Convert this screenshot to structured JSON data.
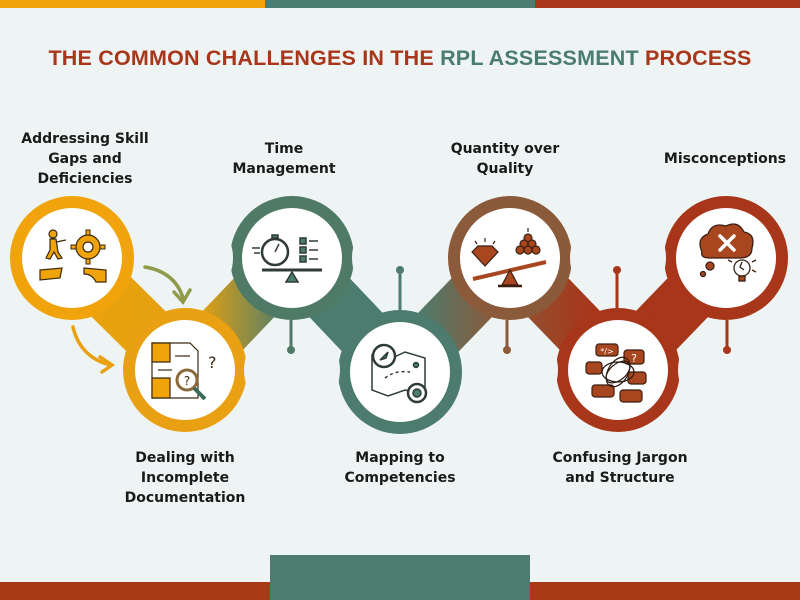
{
  "title": {
    "part1": "THE COMMON CHALLENGES IN THE ",
    "part2": "RPL ASSESSMENT",
    "part3": " PROCESS"
  },
  "colors": {
    "orange": "#f0a30a",
    "teal": "#4a7c6f",
    "rust": "#a8361a",
    "background": "#eef3f3"
  },
  "steps": [
    {
      "label": "Addressing Skill Gaps and Deficiencies",
      "icon": "person-gear-bridge-icon",
      "color": "#f0a30a"
    },
    {
      "label": "Dealing with Incomplete Documentation",
      "icon": "puzzle-document-magnifier-icon",
      "color": "#e9a012"
    },
    {
      "label": "Time Management",
      "icon": "stopwatch-checklist-scale-icon",
      "color": "#4a7c6f"
    },
    {
      "label": "Mapping to Competencies",
      "icon": "compass-map-icon",
      "color": "#4d7c6e"
    },
    {
      "label": "Quantity over Quality",
      "icon": "diamond-gold-seesaw-icon",
      "color": "#8a5a3a"
    },
    {
      "label": "Confusing Jargon and Structure",
      "icon": "tangled-speech-bubbles-icon",
      "color": "#a8361a"
    },
    {
      "label": "Misconceptions",
      "icon": "cloud-x-broken-bulb-icon",
      "color": "#a8361a"
    }
  ],
  "labels": {
    "s1": [
      "Addressing Skill",
      "Gaps and",
      "Deficiencies"
    ],
    "s2": [
      "Dealing with",
      "Incomplete",
      "Documentation"
    ],
    "s3": [
      "Time",
      "Management"
    ],
    "s4": [
      "Mapping to",
      "Competencies"
    ],
    "s5": [
      "Quantity over",
      "Quality"
    ],
    "s6": [
      "Confusing Jargon",
      "and Structure"
    ],
    "s7": [
      "Misconceptions"
    ]
  }
}
